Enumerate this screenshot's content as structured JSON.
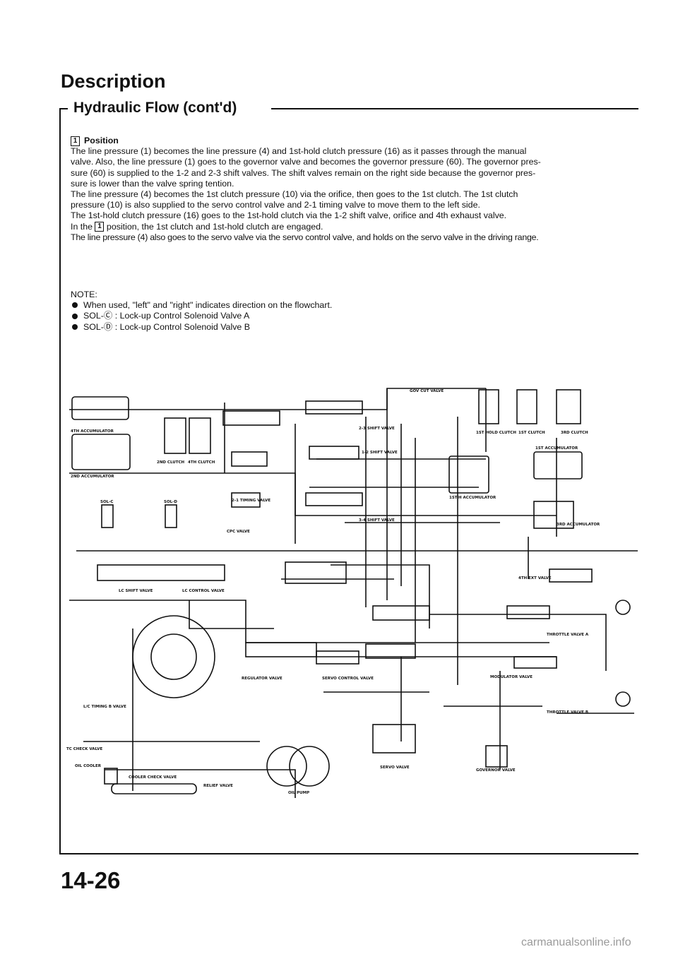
{
  "header": {
    "title": "Description",
    "section_title": "Hydraulic Flow (cont'd)"
  },
  "position_section": {
    "box_number": "1",
    "heading": "Position",
    "line1": "The line pressure (1) becomes the line pressure (4) and 1st-hold clutch pressure (16) as it passes through the manual",
    "line2": "valve. Also, the line pressure (1) goes to the governor valve and becomes the governor pressure (60). The governor pres-",
    "line3": "sure (60) is supplied to the 1-2 and 2-3 shift valves. The shift valves remain on the right side because the governor pres-",
    "line4": "sure is lower than the valve spring tention.",
    "line5": "The line pressure (4) becomes the 1st clutch pressure (10) via the orifice, then goes to the 1st clutch. The 1st clutch",
    "line6": "pressure (10) is also supplied to the servo control valve and 2-1 timing valve to move them to the left side.",
    "line7": "The 1st-hold clutch pressure (16) goes to the 1st-hold clutch via the 1-2 shift valve, orifice and 4th exhaust valve.",
    "line8_pre": "In the",
    "line8_box": "1",
    "line8_post": "position, the 1st clutch and 1st-hold clutch are engaged.",
    "line9": "The line pressure (4) also goes to the servo valve via the servo control valve, and holds on the servo valve in the driving range."
  },
  "note": {
    "heading": "NOTE:",
    "items": [
      "When used, \"left\" and \"right\" indicates direction on the flowchart.",
      "SOL-Ⓒ : Lock-up Control Solenoid Valve A",
      "SOL-Ⓓ : Lock-up Control Solenoid Valve B"
    ]
  },
  "diagram": {
    "labels": {
      "gov_cut_valve": "GOV CUT VALVE",
      "shift_1_2": "1-2 SHIFT VALVE",
      "shift_2_3": "2-3 SHIFT VALVE",
      "shift_3_4": "3-4 SHIFT VALVE",
      "accum_4th": "4TH ACCUMULATOR",
      "accum_2nd": "2ND ACCUMULATOR",
      "clutch_2nd": "2ND CLUTCH",
      "clutch_4th": "4TH CLUTCH",
      "clutch_1st_hold": "1ST HOLD CLUTCH",
      "clutch_1st": "1ST CLUTCH",
      "clutch_3rd": "3RD CLUTCH",
      "accum_1st": "1ST ACCUMULATOR",
      "accum_1st_hold": "1ST-H ACCUMULATOR",
      "accum_3rd": "3RD ACCUMULATOR",
      "sol_a": "SOL-C",
      "sol_b": "SOL-D",
      "cpc_valve": "CPC VALVE",
      "servo_control_valve": "SERVO CONTROL VALVE",
      "exhaust_4th": "4TH EXT VALVE",
      "lc_shift_valve": "LC SHIFT VALVE",
      "lc_control_valve": "LC CONTROL VALVE",
      "lc_timing_valve": "L/C TIMING B VALVE",
      "tc_check_valve": "TC CHECK VALVE",
      "oil_cooler": "OIL COOLER",
      "cooler_check_valve": "COOLER CHECK VALVE",
      "regulator_valve": "REGULATOR VALVE",
      "relief_valve": "RELIEF VALVE",
      "oil_pump": "OIL PUMP",
      "servo_valve": "SERVO VALVE",
      "governor_valve": "GOVERNOR VALVE",
      "throttle_a": "THROTTLE VALVE A",
      "throttle_b": "THROTTLE VALVE B",
      "modulator_valve": "MODULATOR VALVE",
      "timing_2_1": "2-1 TIMING VALVE"
    }
  },
  "footer": {
    "page_number": "14-26",
    "watermark": "carmanualsonline.info"
  }
}
